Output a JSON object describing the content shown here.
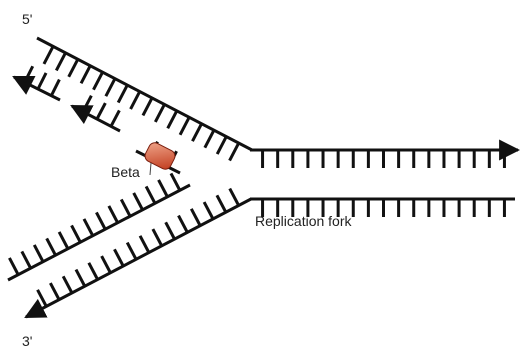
{
  "diagram": {
    "labels": {
      "five_prime": "5'",
      "three_prime": "3'",
      "enzyme": "Beta",
      "fork": "Replication fork"
    },
    "colors": {
      "strand": "#111111",
      "enzyme_light": "#f0a78c",
      "enzyme_dark": "#c0391b",
      "enzyme_stroke": "#7a1e0e"
    }
  }
}
